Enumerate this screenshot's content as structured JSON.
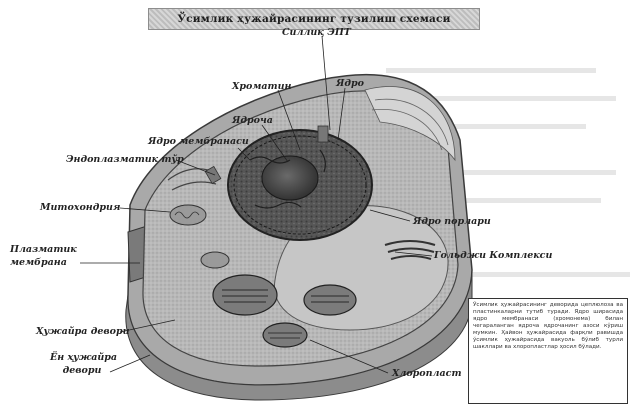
{
  "title": "Ўсимлик ҳужайрасининг тузилиш схемаси",
  "labels": {
    "silliq_ept": "Силлиқ ЭПТ",
    "yadro": "Ядро",
    "xromatin": "Хроматин",
    "yadrocha": "Ядроча",
    "yadro_membranasi": "Ядро мембранаси",
    "endoplazmatik": "Эндоплазматик тўр",
    "mitoxondriya": "Митохондрия",
    "plazmatik_1": "Плазматик",
    "plazmatik_2": "мембрана",
    "yadro_poralari": "Ядро порлари",
    "golji": "Гольджи Комплекси",
    "hujayra_devori": "Ҳужайра девори",
    "en_hujayra_1": "Ён ҳужайра",
    "en_hujayra_2": "девори",
    "xloroplast": "Хлоропласт"
  },
  "info_text": "Ўсимлик ҳужайрасининг деворида цеплюлоза ва пластинкаларни тутиб туради. Ядро ширасида ядро мембранаси (хромонема) билан чегараланган ядроча ядрочанинг азоси кўриш мумкин. Ҳайвон ҳужайрасида фарқли равишда ўсимлик ҳужайрасида вакуоль бўлиб турли шакллари ва хлоропластлар ҳосил бўлади."
}
